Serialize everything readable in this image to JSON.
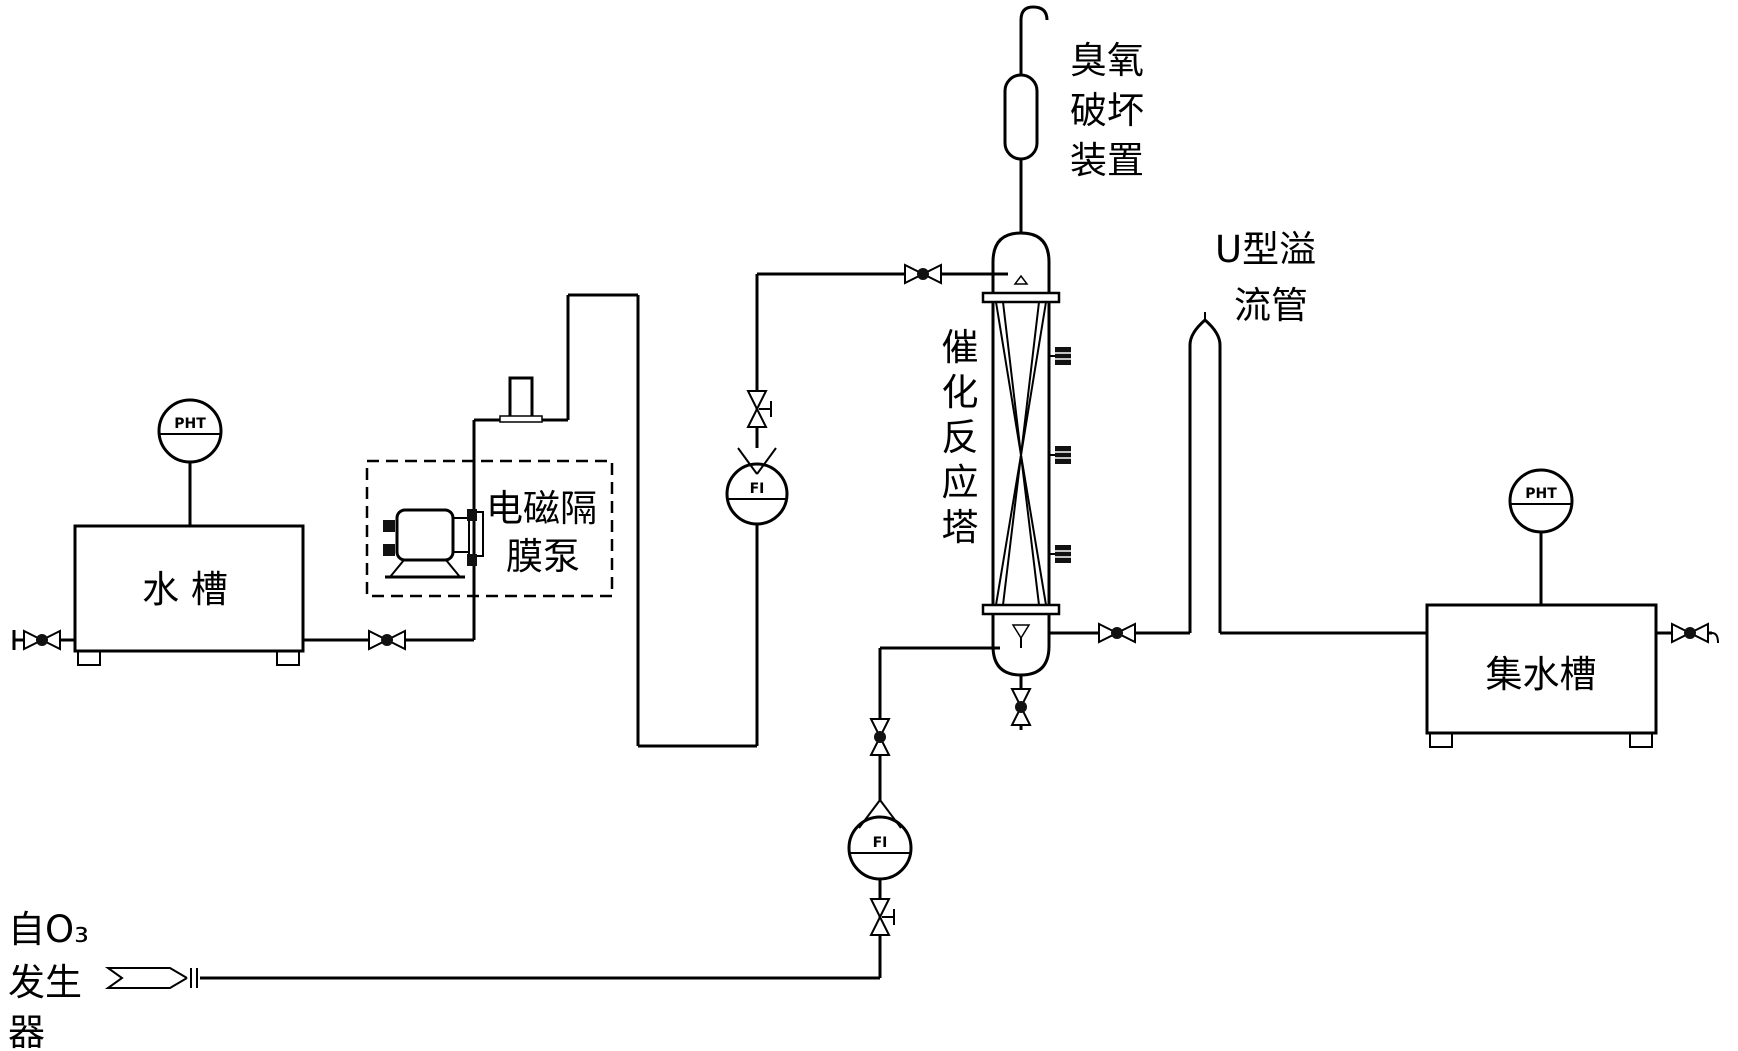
{
  "labels": {
    "water_tank": "水 槽",
    "collection_tank": "集水槽",
    "pump": [
      "电磁隔",
      "膜泵"
    ],
    "tower": [
      "催",
      "化",
      "反",
      "应",
      "塔"
    ],
    "ozone_destroyer": [
      "臭氧",
      "破坏",
      "装置"
    ],
    "u_overflow": [
      "U型溢",
      "流管"
    ],
    "ozone_source": [
      "自O₃",
      "发生",
      "器"
    ]
  },
  "instruments": {
    "pht": "PHT",
    "fi": "FI"
  }
}
